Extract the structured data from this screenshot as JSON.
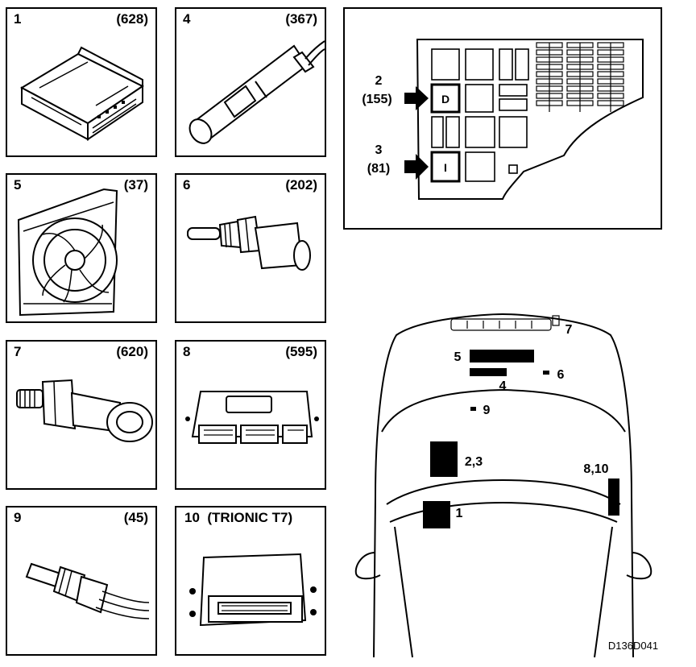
{
  "components": [
    {
      "number": "1",
      "code": "(628)"
    },
    {
      "number": "4",
      "code": "(367)"
    },
    {
      "number": "5",
      "code": "(37)"
    },
    {
      "number": "6",
      "code": "(202)"
    },
    {
      "number": "7",
      "code": "(620)"
    },
    {
      "number": "8",
      "code": "(595)"
    },
    {
      "number": "9",
      "code": "(45)"
    },
    {
      "number": "10",
      "code": "(TRIONIC T7)"
    }
  ],
  "fusebox": {
    "relay_2": {
      "number": "2",
      "code": "(155)",
      "letter": "D"
    },
    "relay_3": {
      "number": "3",
      "code": "(81)",
      "letter": "I"
    }
  },
  "car": {
    "labels": {
      "l5": "5",
      "l4": "4",
      "l6": "6",
      "l7": "7",
      "l9": "9",
      "l23": "2,3",
      "l810": "8,10",
      "l1": "1"
    },
    "ref": "D136D041"
  }
}
